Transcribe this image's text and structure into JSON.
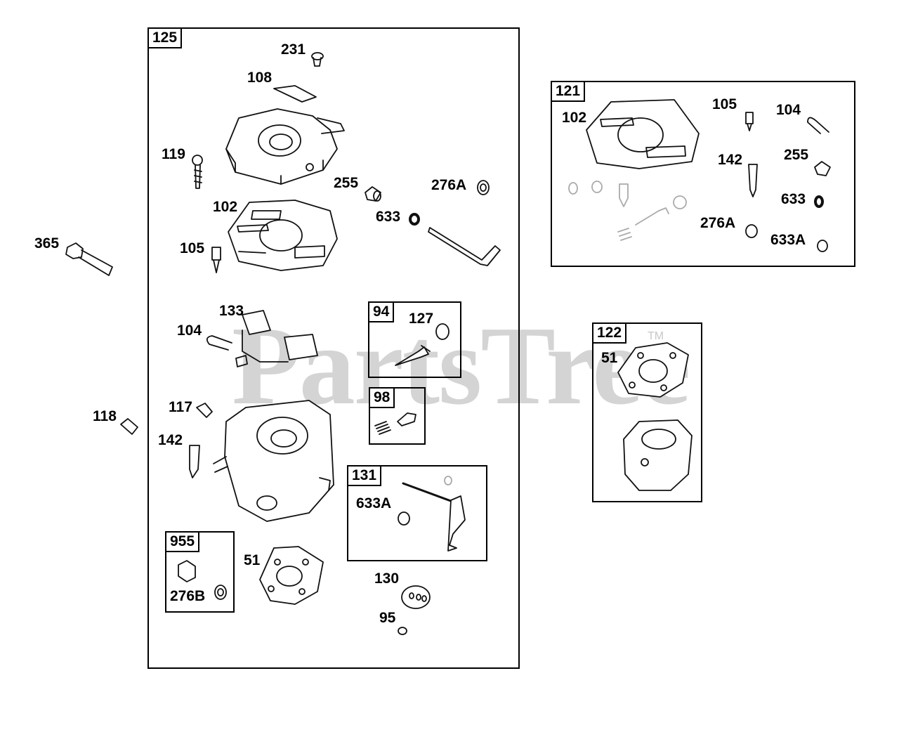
{
  "watermark": {
    "text": "PartsTree",
    "tm": "TM"
  },
  "boxes": {
    "main": "125",
    "kit121": "121",
    "kit122": "122",
    "kit94": "94",
    "kit98": "98",
    "kit131": "131",
    "kit955": "955"
  },
  "labels": {
    "p231": "231",
    "p108": "108",
    "p119": "119",
    "p255a": "255",
    "p276a_a": "276A",
    "p102a": "102",
    "p633a": "633",
    "p105a": "105",
    "p365": "365",
    "p133": "133",
    "p104a": "104",
    "p127": "127",
    "p117": "117",
    "p118": "118",
    "p142a": "142",
    "p633A_a": "633A",
    "p51a": "51",
    "p276B": "276B",
    "p130": "130",
    "p95": "95",
    "p102b": "102",
    "p105b": "105",
    "p104b": "104",
    "p142b": "142",
    "p255b": "255",
    "p633b": "633",
    "p276a_b": "276A",
    "p633A_b": "633A",
    "p51b": "51"
  }
}
